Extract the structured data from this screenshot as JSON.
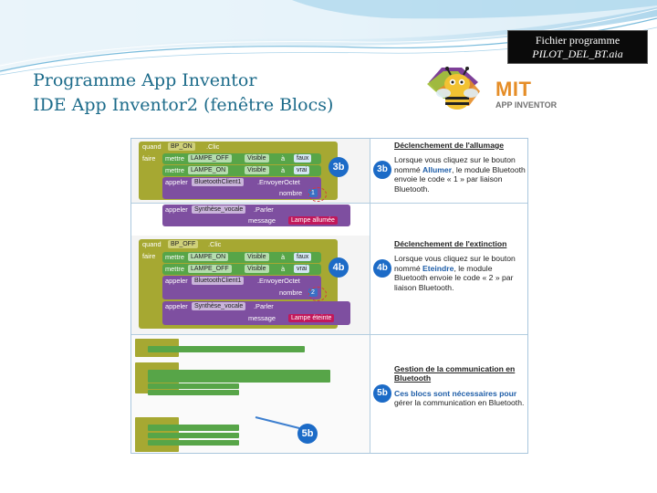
{
  "badge": {
    "line1": "Fichier programme",
    "line2": "PILOT_DEL_BT.aia"
  },
  "title": {
    "line1": "Programme App Inventor",
    "line2": "IDE App Inventor2 (fenêtre Blocs)"
  },
  "logo": {
    "mit": "MIT",
    "app_inventor": "APP INVENTOR"
  },
  "colors": {
    "title": "#1c6b8a",
    "event": "#a6a832",
    "setter": "#57a548",
    "proc": "#7e4fa0",
    "text": "#c2185b",
    "callout": "#1c6bc7",
    "desc_accent": "#1f5ea8"
  },
  "section1": {
    "blocks": {
      "quand": "quand",
      "component": "BP_ON",
      "event": ".Clic",
      "faire": "faire",
      "mettre1": "mettre",
      "lampe_off": "LAMPE_OFF",
      "visible1": "Visible",
      "a1": "à",
      "faux": "faux",
      "mettre2": "mettre",
      "lampe_on": "LAMPE_ON",
      "visible2": "Visible",
      "a2": "à",
      "vrai": "vrai",
      "appeler1": "appeler",
      "bt": "BluetoothClient1",
      "send": ".EnvoyerOctet",
      "nombre_label": "nombre",
      "nombre": "1",
      "appeler2": "appeler",
      "tts": "Synthèse_vocale",
      "parler": ".Parler",
      "message_label": "message",
      "message": "Lampe allumée"
    },
    "callout_blocks": "3b",
    "callout_desc": "3b",
    "title": "Déclenchement de l'allumage",
    "body_pre": "Lorsque vous cliquez sur le bouton nommé ",
    "body_hl": "Allumer",
    "body_post": ", le module Bluetooth envoie le code « 1 » par liaison Bluetooth."
  },
  "section2": {
    "blocks": {
      "quand": "quand",
      "component": "BP_OFF",
      "event": ".Clic",
      "faire": "faire",
      "mettre1": "mettre",
      "lampe_on": "LAMPE_ON",
      "visible1": "Visible",
      "a1": "à",
      "faux": "faux",
      "mettre2": "mettre",
      "lampe_off": "LAMPE_OFF",
      "visible2": "Visible",
      "a2": "à",
      "vrai": "vrai",
      "appeler1": "appeler",
      "bt": "BluetoothClient1",
      "send": ".EnvoyerOctet",
      "nombre_label": "nombre",
      "nombre": "2",
      "appeler2": "appeler",
      "tts": "Synthèse_vocale",
      "parler": ".Parler",
      "message_label": "message",
      "message": "Lampe éteinte"
    },
    "callout_blocks": "4b",
    "callout_desc": "4b",
    "title": "Déclenchement de l'extinction",
    "body_pre": "Lorsque vous cliquez sur le bouton nommé ",
    "body_hl": "Eteindre",
    "body_post": ", le module Bluetooth envoie le code « 2 » par liaison Bluetooth."
  },
  "section3": {
    "callout_desc": "5b",
    "callout_blocks": "5b",
    "title": "Gestion de la communication en Bluetooth",
    "body_hl": "Ces blocs sont nécessaires pour",
    "body_post": " gérer la communication en Bluetooth."
  }
}
